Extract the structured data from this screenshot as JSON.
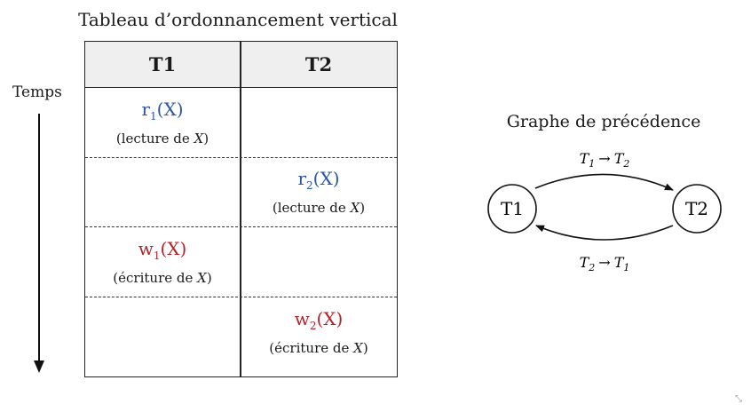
{
  "table": {
    "title": "Tableau d’ordonnancement vertical",
    "columns": [
      "T1",
      "T2"
    ],
    "rows": [
      {
        "col": "T1",
        "op": "r",
        "sub": "1",
        "arg": "(X)",
        "desc_pre": "(lecture de ",
        "desc_var": "X",
        "desc_post": ")",
        "color": "#2a56a8"
      },
      {
        "col": "T2",
        "op": "r",
        "sub": "2",
        "arg": "(X)",
        "desc_pre": "(lecture de ",
        "desc_var": "X",
        "desc_post": ")",
        "color": "#2a56a8"
      },
      {
        "col": "T1",
        "op": "w",
        "sub": "1",
        "arg": "(X)",
        "desc_pre": "(écriture de ",
        "desc_var": "X",
        "desc_post": ")",
        "color": "#b5222a"
      },
      {
        "col": "T2",
        "op": "w",
        "sub": "2",
        "arg": "(X)",
        "desc_pre": "(écriture de ",
        "desc_var": "X",
        "desc_post": ")",
        "color": "#b5222a"
      }
    ]
  },
  "time_axis": {
    "label": "Temps"
  },
  "graph": {
    "title": "Graphe de précédence",
    "nodes": [
      "T1",
      "T2"
    ],
    "edges": [
      {
        "from": "T",
        "from_sub": "1",
        "arrow": "→",
        "to": "T",
        "to_sub": "2"
      },
      {
        "from": "T",
        "from_sub": "2",
        "arrow": "→",
        "to": "T",
        "to_sub": "1"
      }
    ]
  },
  "colors": {
    "read": "#2a56a8",
    "write": "#b5222a"
  },
  "icons": {
    "corner": "expand-corner-icon"
  },
  "corner_glyph": "⤡"
}
